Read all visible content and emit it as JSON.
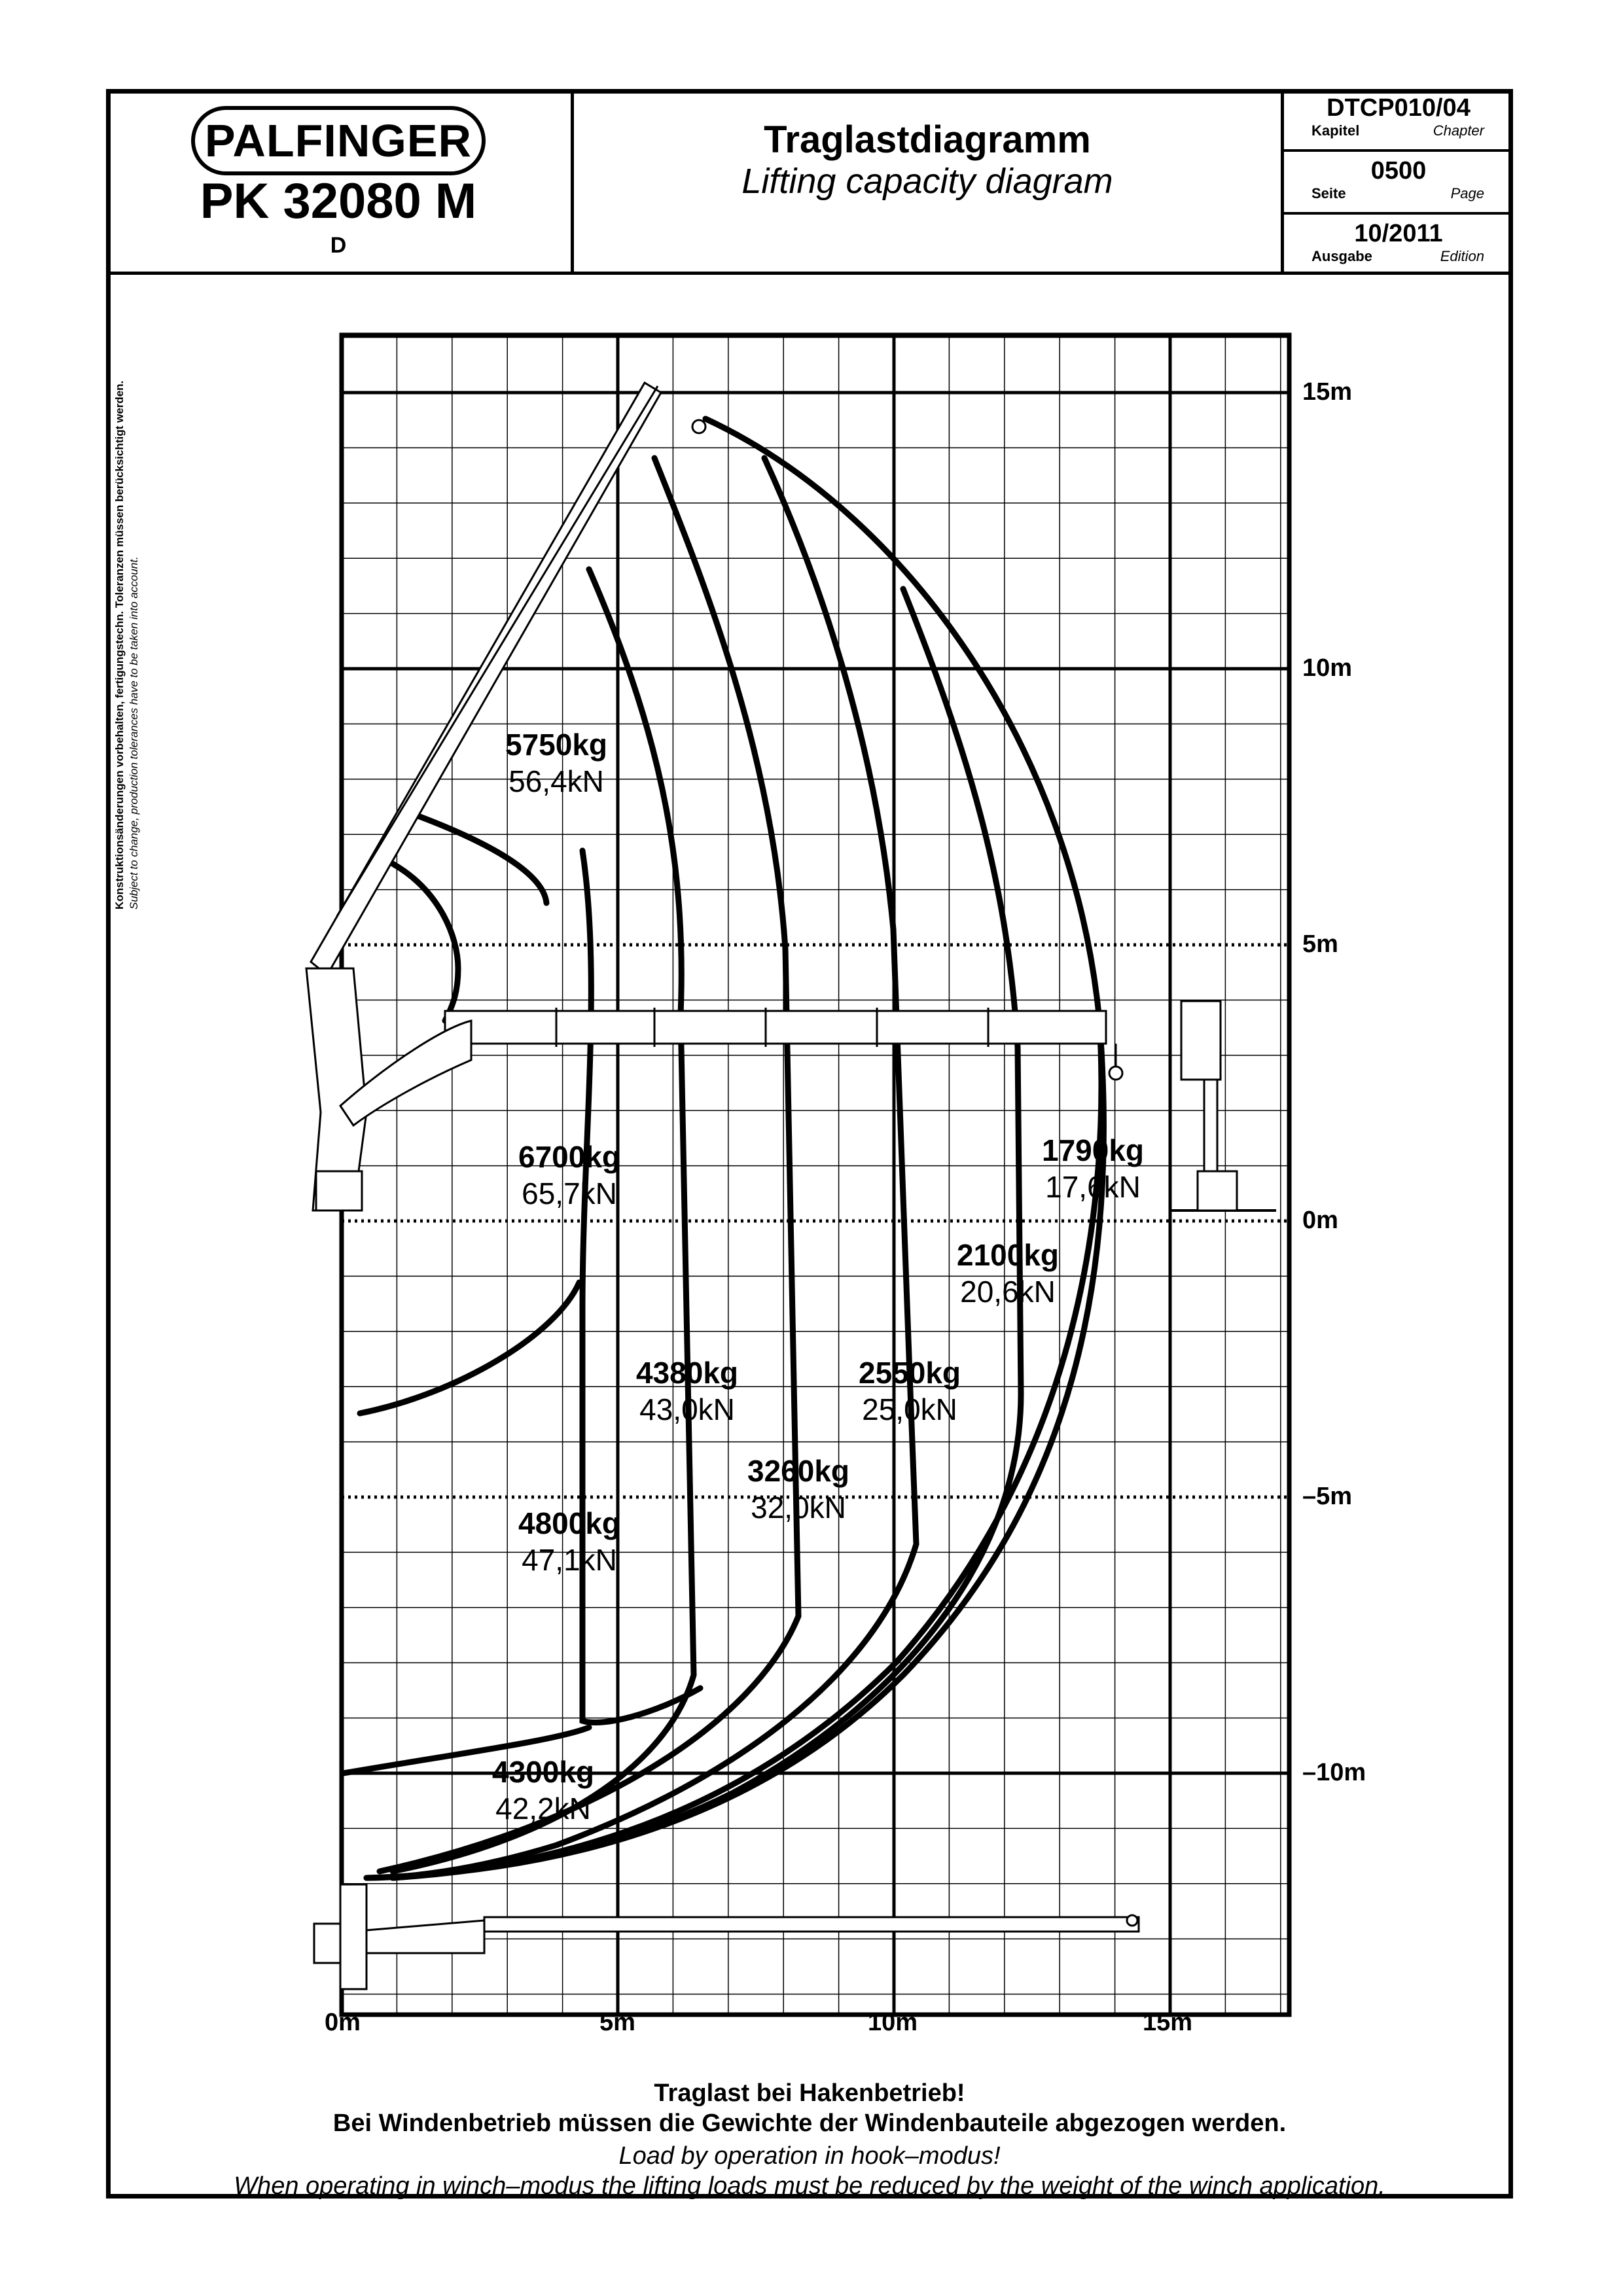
{
  "header": {
    "brand": "PALFINGER",
    "model": "PK 32080 M",
    "variant": "D",
    "title_de": "Traglastdiagramm",
    "title_en": "Lifting capacity diagram",
    "doc_code": "DTCP010/04",
    "chapter_de": "Kapitel",
    "chapter_en": "Chapter",
    "page_no": "0500",
    "page_de": "Seite",
    "page_en": "Page",
    "edition_no": "10/2011",
    "edition_de": "Ausgabe",
    "edition_en": "Edition"
  },
  "side_note": {
    "de": "Konstruktionsänderungen vorbehalten, fertigungstechn. Toleranzen müssen berücksichtigt werden.",
    "en": "Subject to change, production tolerances have to be taken into account."
  },
  "axes": {
    "y_ticks": [
      "15m",
      "10m",
      "5m",
      "0m",
      "–5m",
      "–10m"
    ],
    "x_ticks": [
      "0m",
      "5m",
      "10m",
      "15m"
    ]
  },
  "zones": [
    {
      "kg": "5750kg",
      "kn": "56,4kN"
    },
    {
      "kg": "6700kg",
      "kn": "65,7kN"
    },
    {
      "kg": "4800kg",
      "kn": "47,1kN"
    },
    {
      "kg": "4300kg",
      "kn": "42,2kN"
    },
    {
      "kg": "4380kg",
      "kn": "43,0kN"
    },
    {
      "kg": "3260kg",
      "kn": "32,0kN"
    },
    {
      "kg": "2550kg",
      "kn": "25,0kN"
    },
    {
      "kg": "2100kg",
      "kn": "20,6kN"
    },
    {
      "kg": "1790kg",
      "kn": "17,6kN"
    }
  ],
  "footer": {
    "de_line1": "Traglast bei Hakenbetrieb!",
    "de_line2": "Bei Windenbetrieb müssen die Gewichte der Windenbauteile abgezogen werden.",
    "en_line1": "Load by operation in hook–modus!",
    "en_line2": "When operating in winch–modus the lifting loads must be reduced by the weight of the winch application."
  }
}
